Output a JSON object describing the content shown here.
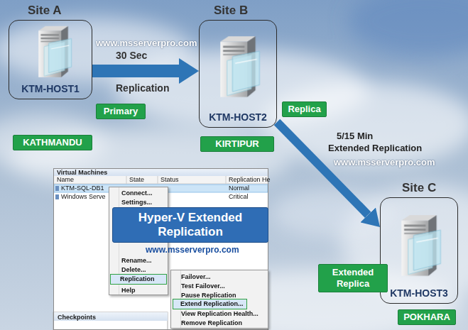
{
  "diagram": {
    "nodes": [
      {
        "text": [
          "Site A",
          "KTM-HOST1"
        ]
      },
      {
        "text": [
          "Primary"
        ]
      },
      {
        "text": [
          "KATHMANDU"
        ]
      },
      {
        "text": [
          "Site B",
          "KTM-HOST2"
        ]
      },
      {
        "text": [
          "Replica"
        ]
      },
      {
        "text": [
          "KIRTIPUR"
        ]
      },
      {
        "text": [
          "Site C",
          "KTM-HOST3"
        ]
      },
      {
        "text": [
          "Extended Replica"
        ]
      },
      {
        "text": [
          "POKHARA"
        ]
      },
      {
        "text": [
          "Virtual Machines",
          "Checkpoints"
        ]
      },
      {
        "text": [
          "Connect...",
          "Settings...",
          "Rename...",
          "Delete...",
          "Help"
        ],
        "in": 9
      },
      {
        "text": [
          "Replication"
        ],
        "in": 10
      },
      {
        "text": [
          "Failover...",
          "Test Failover...",
          "Pause Replication",
          "View Replication Health...",
          "Remove Replication"
        ],
        "in": 9
      },
      {
        "text": [
          "Extend Replication..."
        ],
        "in": 12
      },
      {
        "text": [
          "Hyper-V Extended Replication"
        ],
        "in": 9
      }
    ],
    "edges": [
      {
        "from": 0,
        "to": 3,
        "arrow": "to",
        "label": "Replication"
      },
      {
        "from": 3,
        "to": 6,
        "arrow": "to",
        "label": "Extended Replication"
      }
    ],
    "labels": [
      "www.msserverpro.com",
      "30 Sec",
      "5/15 Min",
      "www.msserverpro.com",
      "Name",
      "State",
      "Status",
      "Replication He",
      "KTM-SQL-DB1",
      "Normal",
      "Windows Serve",
      "Critical",
      "www.msserverpro.com"
    ]
  }
}
